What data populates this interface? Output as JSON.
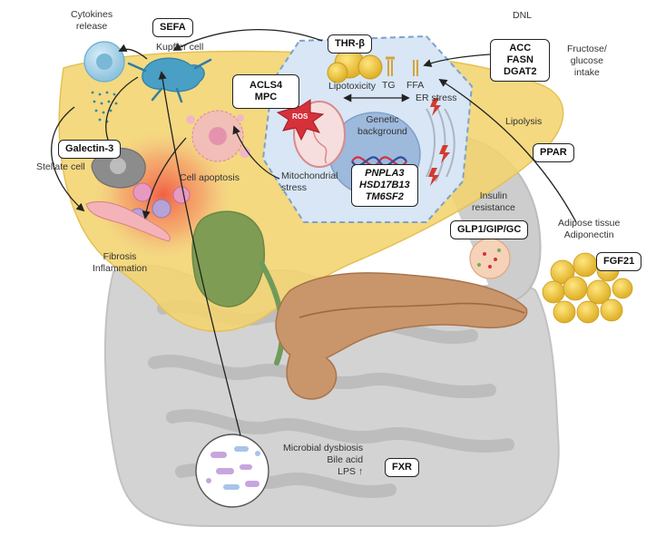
{
  "labels": {
    "cytokines_release": [
      "Cytokines",
      "release"
    ],
    "kupffer_cell": "Kupffer cell",
    "lipotoxicity": "Lipotoxicity",
    "tg": "TG",
    "ffa": "FFA",
    "dnl": "DNL",
    "fructose_intake": [
      "Fructose/",
      "glucose",
      "intake"
    ],
    "er_stress": "ER stress",
    "genetic_background": [
      "Genetic",
      "background"
    ],
    "mitochondrial_stress": [
      "Mitochondrial",
      "stress"
    ],
    "cell_apoptosis": "Cell apoptosis",
    "stellate_cell": "Stellate cell",
    "fibrosis_inflammation": [
      "Fibrosis",
      "Inflammation"
    ],
    "lipolysis": "Lipolysis",
    "insulin_resistance": [
      "Insulin",
      "resistance"
    ],
    "adipose_tissue": [
      "Adipose tissue",
      "Adiponectin"
    ],
    "microbial": [
      "Microbial dysbiosis",
      "Bile acid",
      "LPS ↑"
    ],
    "ros": "ROS"
  },
  "boxes": {
    "sefa": "SEFA",
    "thr_beta": "THR-β",
    "acls4_mpc": [
      "ACLS4",
      "MPC"
    ],
    "acc_fasn_dgat2": [
      "ACC",
      "FASN",
      "DGAT2"
    ],
    "galectin3": "Galectin-3",
    "genes": [
      "PNPLA3",
      "HSD17B13",
      "TM6SF2"
    ],
    "ppar": "PPAR",
    "glp1": "GLP1/GIP/GC",
    "fgf21": "FGF21",
    "fxr": "FXR"
  },
  "colors": {
    "liver": "#f2d46e",
    "hepatocyte": "#d8e6f6",
    "nucleus": "#9db9dc",
    "intestine": "#cfcfcf",
    "pancreas": "#c9956a",
    "gallbladder": "#7f9c54",
    "inflammation": "#f04b3a",
    "arrow": "#222222"
  }
}
